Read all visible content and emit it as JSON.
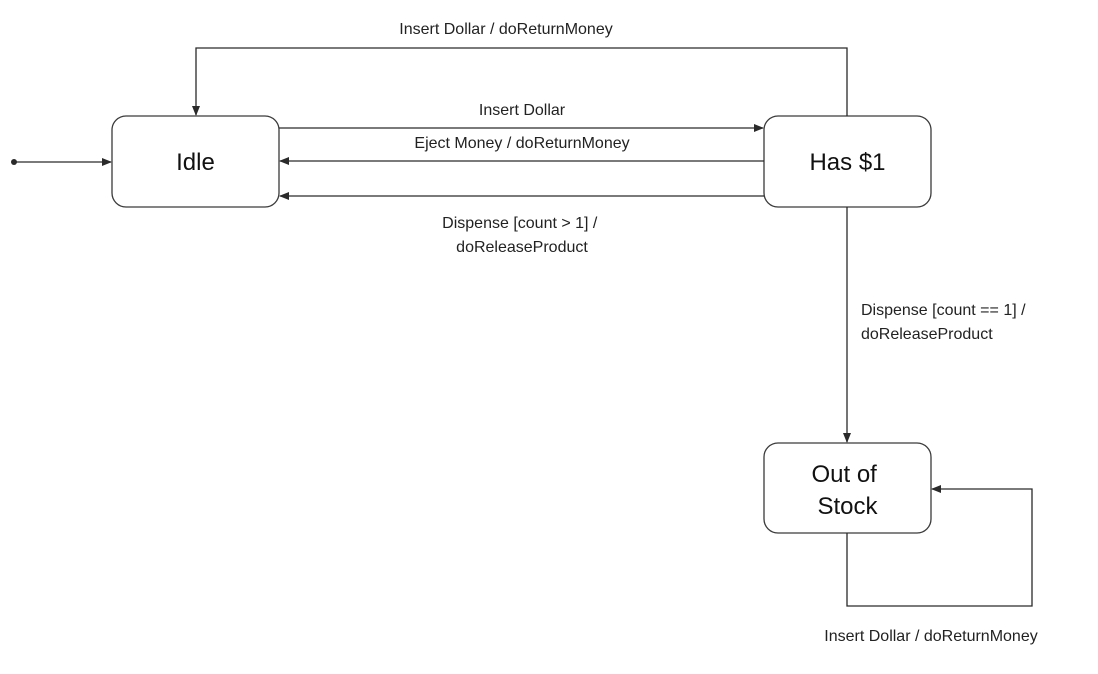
{
  "diagram": {
    "states": {
      "idle": {
        "label": "Idle"
      },
      "has1": {
        "label": "Has $1"
      },
      "out_of_stock": {
        "line1": "Out of",
        "line2": "Stock"
      }
    },
    "transitions": {
      "has1_to_idle_top": {
        "label": "Insert Dollar / doReturnMoney"
      },
      "idle_to_has1": {
        "label": "Insert Dollar"
      },
      "has1_to_idle_eject": {
        "label": "Eject Money / doReturnMoney"
      },
      "has1_to_idle_dispense": {
        "line1": "Dispense [count > 1] /",
        "line2": "doReleaseProduct"
      },
      "has1_to_out_of_stock": {
        "line1": "Dispense [count == 1] /",
        "line2": "doReleaseProduct"
      },
      "out_of_stock_self": {
        "label": "Insert Dollar / doReturnMoney"
      }
    },
    "colors": {
      "stroke": "#2a2a2a",
      "background": "#ffffff",
      "text": "#222222"
    }
  }
}
